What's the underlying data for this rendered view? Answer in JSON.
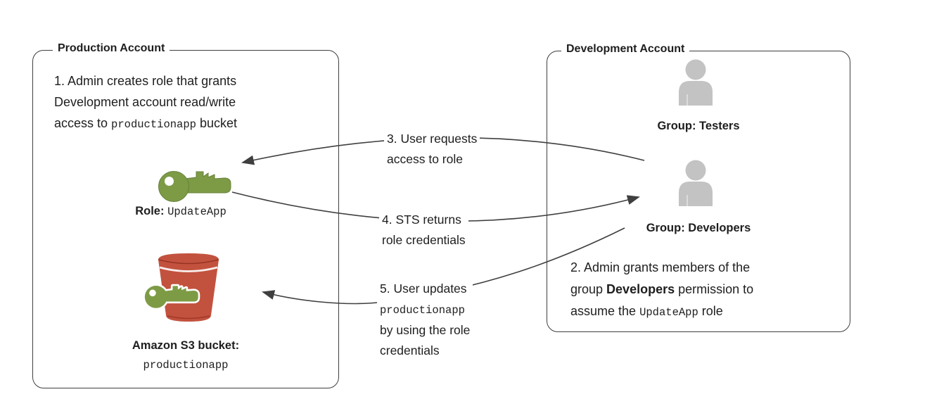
{
  "production": {
    "title": "Production Account",
    "step1": {
      "line1": "1. Admin creates role that grants",
      "line2": "Development account read/write",
      "line3_pre": "access to ",
      "line3_code": "productionapp",
      "line3_post": " bucket"
    },
    "role_label": "Role:",
    "role_name": "UpdateApp",
    "bucket_label": "Amazon S3 bucket:",
    "bucket_name": "productionapp"
  },
  "development": {
    "title": "Development Account",
    "testers_label": "Group: Testers",
    "developers_label": "Group: Developers",
    "step2": {
      "line1": "2. Admin grants members of the",
      "line2_pre": "group ",
      "line2_bold": "Developers",
      "line2_post": " permission to",
      "line3_pre": "assume the ",
      "line3_code": "UpdateApp",
      "line3_post": " role"
    }
  },
  "flows": {
    "step3": {
      "line1": "3. User requests",
      "line2": "access to role"
    },
    "step4": {
      "line1": "4. STS returns",
      "line2": "role credentials"
    },
    "step5": {
      "line1": "5. User updates",
      "line2_code": "productionapp",
      "line3": "by using the role",
      "line4": "credentials"
    }
  },
  "colors": {
    "outline": "#3f3f3f",
    "key_green": "#7d9b45",
    "key_green_dark": "#66813a",
    "bucket_red": "#c2523e",
    "person_gray": "#c3c3c3"
  }
}
